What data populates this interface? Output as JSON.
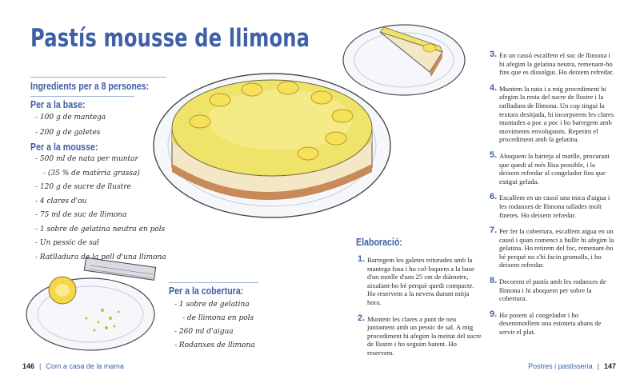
{
  "title": "Pastís mousse de llimona",
  "ingredients": {
    "heading": "Ingredients per a 8 persones:",
    "base": {
      "heading": "Per a la base:",
      "items": [
        "100 g de mantega",
        "200 g de galetes"
      ]
    },
    "mousse": {
      "heading": "Per a la mousse:",
      "items": [
        "500 ml de nata per muntar",
        "(35 % de matèria grassa)",
        "120 g de sucre de llustre",
        "4 clares d'ou",
        "75 ml de suc de llimona",
        "1 sobre de gelatina neutra en pols",
        "Un pessic de sal",
        "Ratlladura de la pell d'una llimona"
      ]
    },
    "topping": {
      "heading": "Per a la cobertura:",
      "items": [
        "1 sobre de gelatina",
        "de llimona en pols",
        "260 ml d'aigua",
        "Rodanxes de llimona"
      ]
    }
  },
  "elaboration": {
    "heading": "Elaboració:",
    "steps": [
      {
        "num": "1.",
        "text": "Barregem les galetes triturades amb la mantega fosa i ho col·loquem a la base d'un motlle d'uns 25 cm de diàmetre, aixafant-ho bé perquè quedi compacte. Ho reservem a la nevera durant mitja hora."
      },
      {
        "num": "2.",
        "text": "Muntem les clares a punt de neu juntament amb un pessic de sal. A mig procediment hi afegim la meitat del sucre de llustre i ho seguim batent. Ho reservem."
      },
      {
        "num": "3.",
        "text": "En un cassó escalfem el suc de llimona i hi afegim la gelatina neutra, remenant-ho fins que es dissolgui. Ho deixem refredar."
      },
      {
        "num": "4.",
        "text": "Muntem la nata i a mig procediment hi afegim la resta del sucre de llustre i la ratlladura de llimona. Un cop tingui la textura desitjada, hi incorporem les clares muntades a poc a poc i ho barregem amb moviments envolupants. Repetim el procediment amb la gelatina."
      },
      {
        "num": "5.",
        "text": "Aboquem la barreja al motlle, procurant que quedi al més llisa possible, i la deixem refredar al congelador fins que estigui gelada."
      },
      {
        "num": "6.",
        "text": "Escalfem en un cassó una mica d'aigua i les rodanxes de llimona tallades molt finetes. Ho deixem refredar."
      },
      {
        "num": "7.",
        "text": "Per fer la cobertura, escalfem aigua en un cassó i quan comenci a bullir hi afegim la gelatina. Ho retirem del foc, remenant-ho bé perquè no s'hi facin grumolls, i ho deixem refredar."
      },
      {
        "num": "8.",
        "text": "Decorem el pastís amb les rodanxes de llimona i hi aboquem per sobre la cobertura."
      },
      {
        "num": "9.",
        "text": "Ho posem al congelador i ho desemmotllem una estoneta abans de servir el plat."
      }
    ]
  },
  "footer": {
    "left_page": "146",
    "left_text": "Com a casa de la mama",
    "right_text": "Postres i pastisseria",
    "right_page": "147"
  }
}
